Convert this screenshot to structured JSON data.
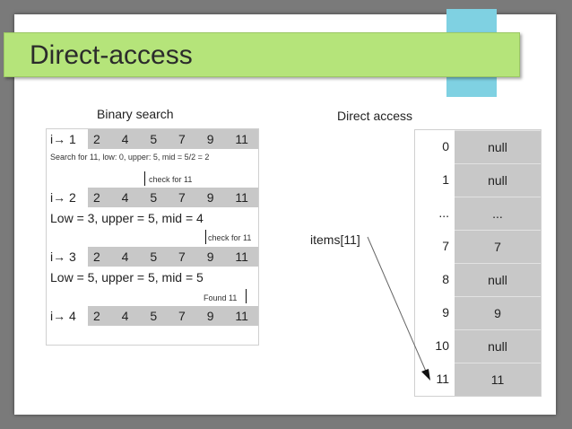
{
  "title": "Direct-access",
  "binary_search": {
    "heading": "Binary search",
    "array": [
      "2",
      "4",
      "5",
      "7",
      "9",
      "11"
    ],
    "rows": [
      {
        "label": "i→ 1"
      },
      {
        "label": "i→ 2"
      },
      {
        "label": "i→ 3"
      },
      {
        "label": "i→ 4"
      }
    ],
    "search_note": "Search for 11, low: 0, upper: 5, mid = 5/2 = 2",
    "check1": "check for 11",
    "step2": "Low = 3, upper = 5, mid = 4",
    "check2": "check for 11",
    "step3": "Low = 5, upper = 5, mid = 5",
    "found": "Found 11"
  },
  "direct_access": {
    "heading": "Direct access",
    "items_label": "items[11]",
    "rows": [
      {
        "index": "0",
        "value": "null"
      },
      {
        "index": "1",
        "value": "null"
      },
      {
        "index": "...",
        "value": "..."
      },
      {
        "index": "7",
        "value": "7"
      },
      {
        "index": "8",
        "value": "null"
      },
      {
        "index": "9",
        "value": "9"
      },
      {
        "index": "10",
        "value": "null"
      },
      {
        "index": "11",
        "value": "11"
      }
    ]
  },
  "colors": {
    "title_bar": "#b5e47a",
    "accent_square": "#7fd1e2",
    "cell_fill": "#c8c8c8",
    "background": "#7a7a7a"
  }
}
